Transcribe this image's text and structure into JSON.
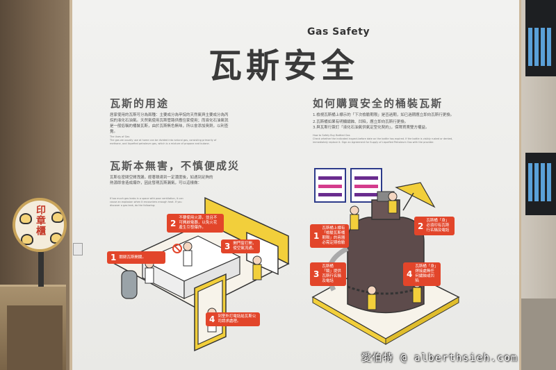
{
  "sign": {
    "title_en": "Gas Safety",
    "title_zh": "瓦斯安全"
  },
  "left_column": {
    "uses_heading": "瓦斯的用途",
    "uses_text": "居家使用的瓦斯可分為兩種：主要成分為甲烷的天然氣與主要成分為丙烷的液化石油氣。天然氣使用瓦斯管路供應住家使用；而液化石油氣就是一般俗稱的桶裝瓦斯，由於瓦斯無色無味，所以會添加臭劑，以利查覺。",
    "uses_en_heading": "The Uses of Gas",
    "uses_en_text": "The gas we usually use at home can be divided into natural gas, consisting primarily of methane, and liquefied petroleum gas, which is a mixture of propane and butane.",
    "hazard_heading": "瓦斯本無害，不慎便成災",
    "hazard_text": "瓦斯在密閉空間洩漏，經著積達到一定濃度後，如遇到足夠的熱源即會造成爆炸，因此發現瓦斯漏氣，可以這樣做：",
    "hazard_en_text": "If too much gas leaks in a space with poor ventilation, it can cause an explosion when it encounters enough heat. If you discover a gas leak, do the following:"
  },
  "left_callouts": [
    {
      "num": "1",
      "text": "關閉瓦斯開關。"
    },
    {
      "num": "2",
      "text": "不要使用火源，並且不可開啟電器，以免火花產生引發爆炸。"
    },
    {
      "num": "3",
      "text": "開門窗打開，使空氣流通。"
    },
    {
      "num": "4",
      "text": "到室外打電話給瓦斯公司請求處理。"
    }
  ],
  "right_column": {
    "heading": "如何購買安全的桶裝瓦斯",
    "list": [
      "1.檢視瓦斯桶上標示的「下次檢驗期限」是否過期，如已過期應立即向瓦斯行更換。",
      "2.瓦斯桶如果有明顯鏽蝕、凹陷，應立即向瓦斯行更換。",
      "3.與瓦斯行簽訂「液化石油氣供氣定型化契約」，保障買賣雙方權益。"
    ],
    "en_heading": "How to Safely Buy Bottled Gas",
    "en_text": "Check whether the indicated inspect-before date on the bottle has expired. If the bottle is visibly rusted or dented, immediately replace it. Sign an Agreement for Supply of Liquefied Petroleum Gas with the provider."
  },
  "right_callouts": [
    {
      "num": "1",
      "text": "瓦斯桶上標有「檢驗瓦斯桶期限」的容器必需定期檢驗"
    },
    {
      "num": "2",
      "text": "瓦斯桶「身」必須印有瓦斯行名稱及電話"
    },
    {
      "num": "3",
      "text": "瓦斯桶「頸」提供瓦斯行名稱及電話"
    },
    {
      "num": "4",
      "text": "瓦斯桶「身」焊接處無任何鏽蝕或凹陷"
    }
  ],
  "stamp_station": {
    "text": "印章櫃"
  },
  "watermark": {
    "text": "愛伯特 @ alberthsieh.com"
  },
  "colors": {
    "accent_red": "#e2452a",
    "accent_yellow": "#f2cf3b",
    "panel_bg": "#efefec",
    "tank": "#5d4b4b"
  }
}
